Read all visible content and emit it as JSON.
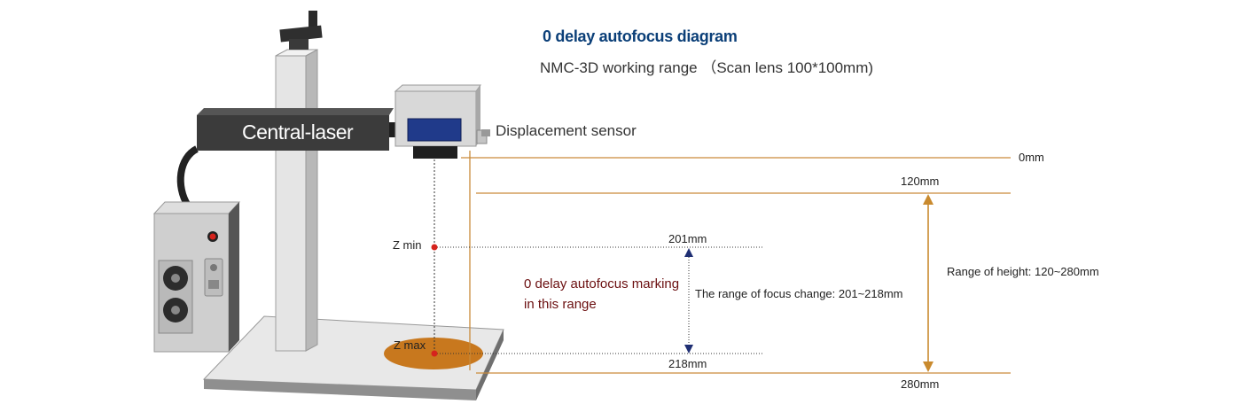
{
  "header": {
    "title": "0 delay autofocus diagram",
    "subtitle": "NMC-3D working range （Scan lens 100*100mm)"
  },
  "machine": {
    "brand": "Central-laser",
    "sensor_label": "Displacement sensor"
  },
  "levels": {
    "zero": "0mm",
    "top": "120mm",
    "bottom": "280mm",
    "z_min_value": "201mm",
    "z_max_value": "218mm"
  },
  "markers": {
    "z_min": "Z min",
    "z_max": "Z max"
  },
  "annotations": {
    "autofocus_line1": "0 delay autofocus marking",
    "autofocus_line2": "in this range",
    "focus_range": "The range of focus change: 201~218mm",
    "height_range": "Range of height: 120~280mm"
  },
  "colors": {
    "title": "#0b3f78",
    "guide_line": "#c98a3a",
    "height_arrow": "#c98a2e",
    "focus_arrow": "#1f2f73",
    "marker_dot": "#d6231d",
    "note_text": "#6b0f10",
    "workpiece": "#c8781e"
  }
}
